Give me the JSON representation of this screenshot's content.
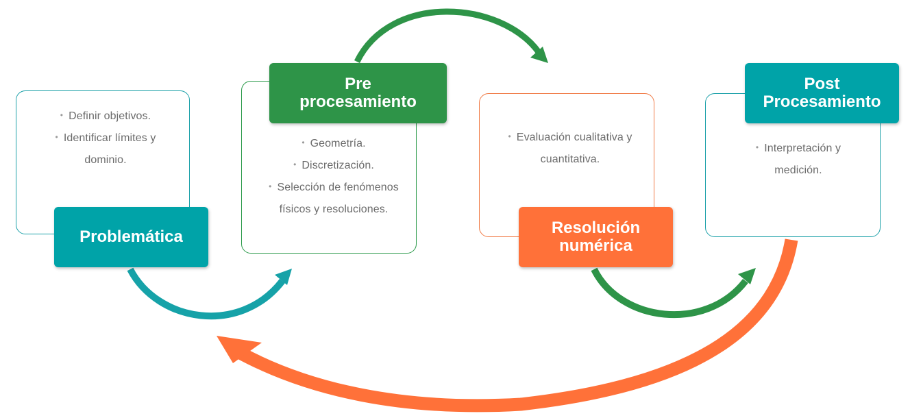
{
  "colors": {
    "teal": "#00a3a8",
    "green": "#2e9448",
    "orange": "#ff7139",
    "text": "#6b6b6b"
  },
  "stages": [
    {
      "title": "Problemática",
      "items": [
        "Definir objetivos.",
        "Identificar límites   y dominio."
      ]
    },
    {
      "title": "Pre procesamiento",
      "items": [
        "Geometría.",
        "Discretización.",
        "Selección de fenómenos físicos y resoluciones."
      ]
    },
    {
      "title": "Resolución numérica",
      "items": [
        "Evaluación cualitativa y cuantitativa."
      ]
    },
    {
      "title": "Post Procesamiento",
      "items": [
        "Interpretación y medición."
      ]
    }
  ]
}
